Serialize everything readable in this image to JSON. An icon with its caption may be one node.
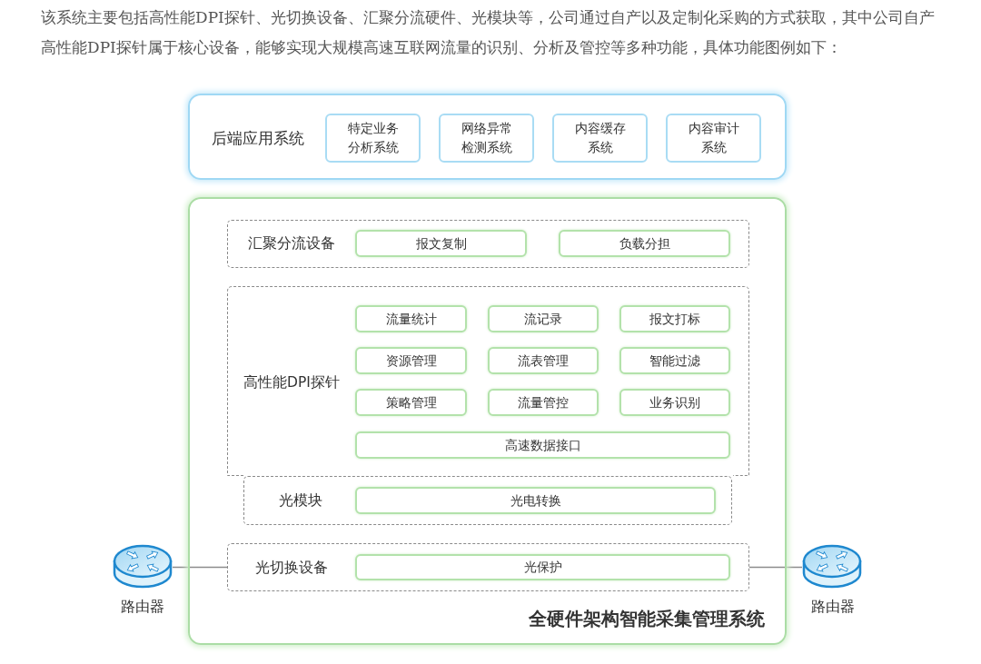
{
  "diagram": {
    "nodes": [
      {
        "text": [
          "后端应用系统"
        ]
      },
      {
        "text": [
          "特定业务分析系统"
        ],
        "in": 0
      },
      {
        "text": [
          "网络异常检测系统"
        ],
        "in": 0
      },
      {
        "text": [
          "内容缓存系统"
        ],
        "in": 0
      },
      {
        "text": [
          "内容审计系统"
        ],
        "in": 0
      },
      {
        "text": [
          "全硬件架构智能采集管理系统"
        ]
      },
      {
        "text": [
          "汇聚分流设备"
        ],
        "in": 5
      },
      {
        "text": [
          "报文复制"
        ],
        "in": 6
      },
      {
        "text": [
          "负载分担"
        ],
        "in": 6
      },
      {
        "text": [
          "高性能DPI探针"
        ],
        "in": 5
      },
      {
        "text": [
          "流量统计"
        ],
        "in": 9
      },
      {
        "text": [
          "流记录"
        ],
        "in": 9
      },
      {
        "text": [
          "报文打标"
        ],
        "in": 9
      },
      {
        "text": [
          "资源管理"
        ],
        "in": 9
      },
      {
        "text": [
          "流表管理"
        ],
        "in": 9
      },
      {
        "text": [
          "智能过滤"
        ],
        "in": 9
      },
      {
        "text": [
          "策略管理"
        ],
        "in": 9
      },
      {
        "text": [
          "流量管控"
        ],
        "in": 9
      },
      {
        "text": [
          "业务识别"
        ],
        "in": 9
      },
      {
        "text": [
          "高速数据接口"
        ],
        "in": 9
      },
      {
        "text": [
          "光模块"
        ],
        "in": 5
      },
      {
        "text": [
          "光电转换"
        ],
        "in": 20
      },
      {
        "text": [
          "光切换设备"
        ],
        "in": 5
      },
      {
        "text": [
          "光保护"
        ],
        "in": 22
      },
      {
        "text": [
          "路由器"
        ]
      },
      {
        "text": [
          "路由器"
        ]
      }
    ],
    "edges": [
      {
        "from": 24,
        "to": 22,
        "arrow": "none"
      },
      {
        "from": 22,
        "to": 25,
        "arrow": "none"
      }
    ],
    "labels": [
      "该系统主要包括高性能DPI探针、光切换设备、汇聚分流硬件、光模块等，公司通过自产以及定制化采购的方式获取，其中公司自产高性能DPI探针属于核心设备，能够实现大规模高速互联网流量的识别、分析及管控等多种功能，具体功能图例如下："
    ]
  }
}
